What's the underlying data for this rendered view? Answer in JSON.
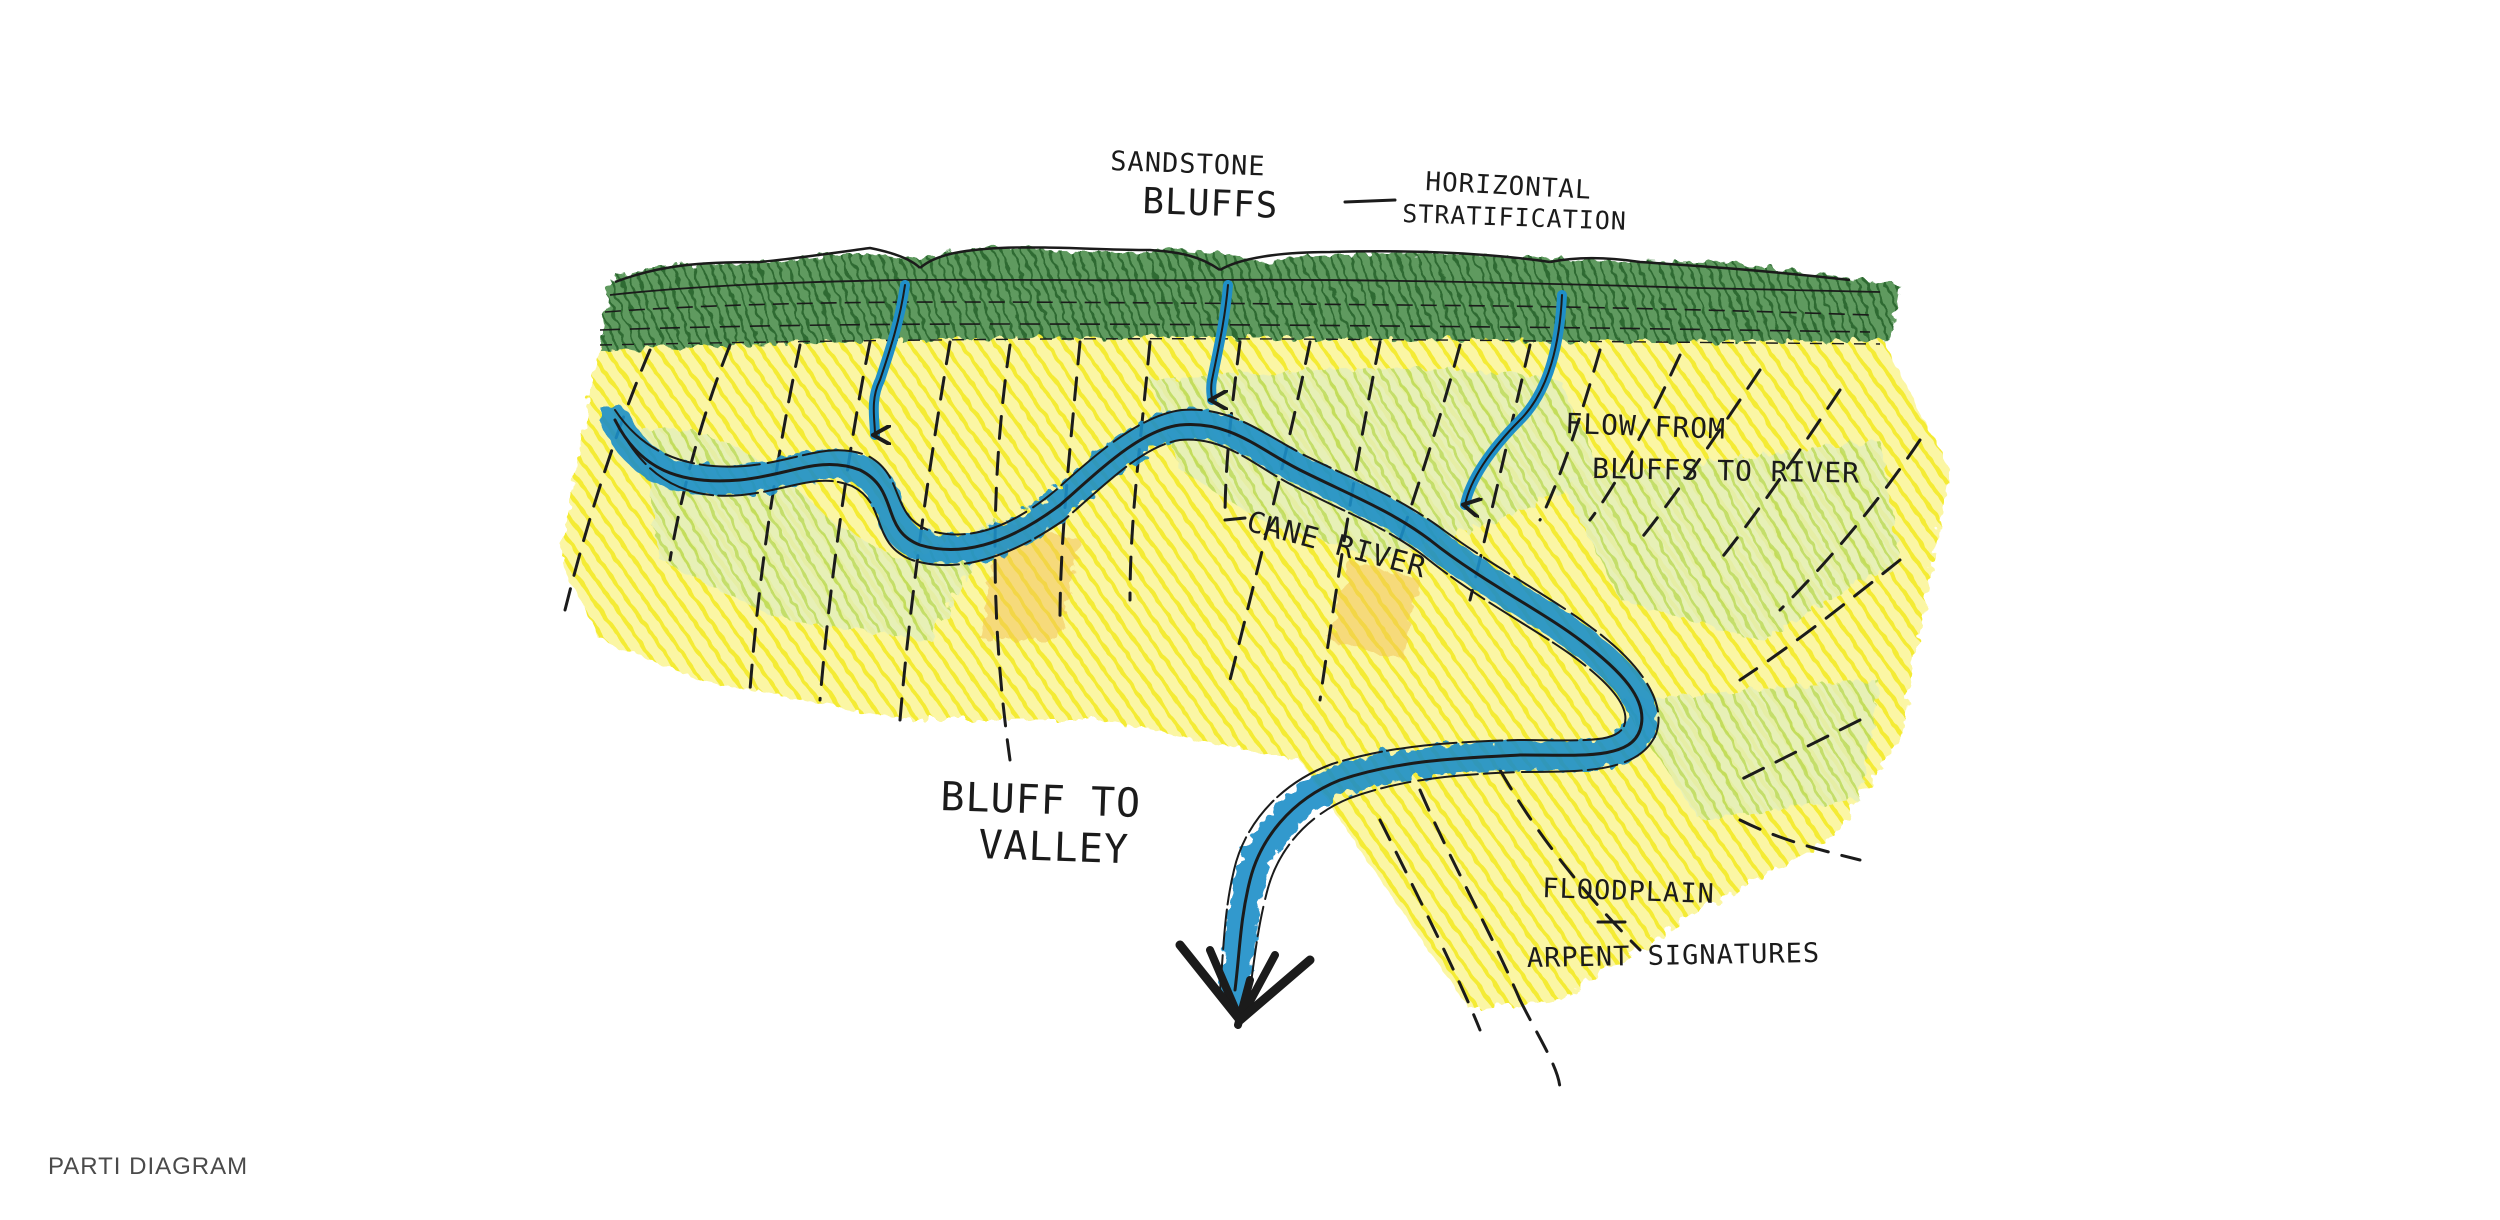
{
  "labels": {
    "sandstone_line1": "SANDSTONE",
    "sandstone_line2": "BLUFFS",
    "horizontal_line1": "HORIZONTAL",
    "horizontal_line2": "STRATIFICATION",
    "flow_line1": "FLOW FROM",
    "flow_line2": "BLUFFS TO RIVER",
    "river": "CANE RIVER",
    "bluff_line1": "BLUFF TO",
    "bluff_line2": "VALLEY",
    "floodplain": "FLOODPLAIN",
    "arpent": "ARPENT SIGNATURES"
  },
  "caption": "PARTI DIAGRAM",
  "colors": {
    "bluff_green": "#2f6b33",
    "field_yellow": "#f4ea2a",
    "field_green": "#b7d95a",
    "field_orange": "#f2c14e",
    "river_blue": "#1f8fc8",
    "ink": "#1b1b1b"
  }
}
